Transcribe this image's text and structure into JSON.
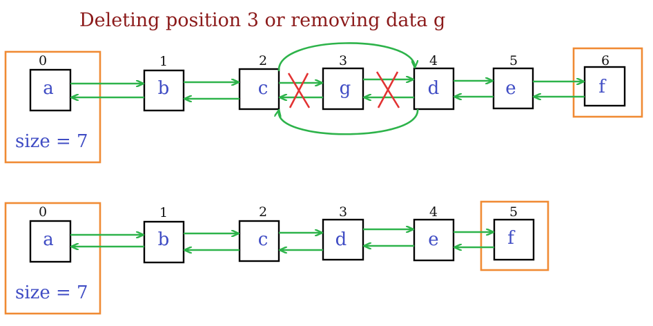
{
  "title": "Deleting position 3 or removing data g",
  "colors": {
    "title": "#8b1a1a",
    "value_text": "#3f4cc4",
    "arrows": "#2db34a",
    "frame": "#f08a33",
    "cross": "#e23232",
    "node_border": "#000000"
  },
  "before": {
    "size_label": "size = 7",
    "nodes": [
      {
        "index": "0",
        "value": "a"
      },
      {
        "index": "1",
        "value": "b"
      },
      {
        "index": "2",
        "value": "c"
      },
      {
        "index": "3",
        "value": "g"
      },
      {
        "index": "4",
        "value": "d"
      },
      {
        "index": "5",
        "value": "e"
      },
      {
        "index": "6",
        "value": "f"
      }
    ]
  },
  "after": {
    "size_label": "size = 7",
    "nodes": [
      {
        "index": "0",
        "value": "a"
      },
      {
        "index": "1",
        "value": "b"
      },
      {
        "index": "2",
        "value": "c"
      },
      {
        "index": "3",
        "value": "d"
      },
      {
        "index": "4",
        "value": "e"
      },
      {
        "index": "5",
        "value": "f"
      }
    ]
  }
}
